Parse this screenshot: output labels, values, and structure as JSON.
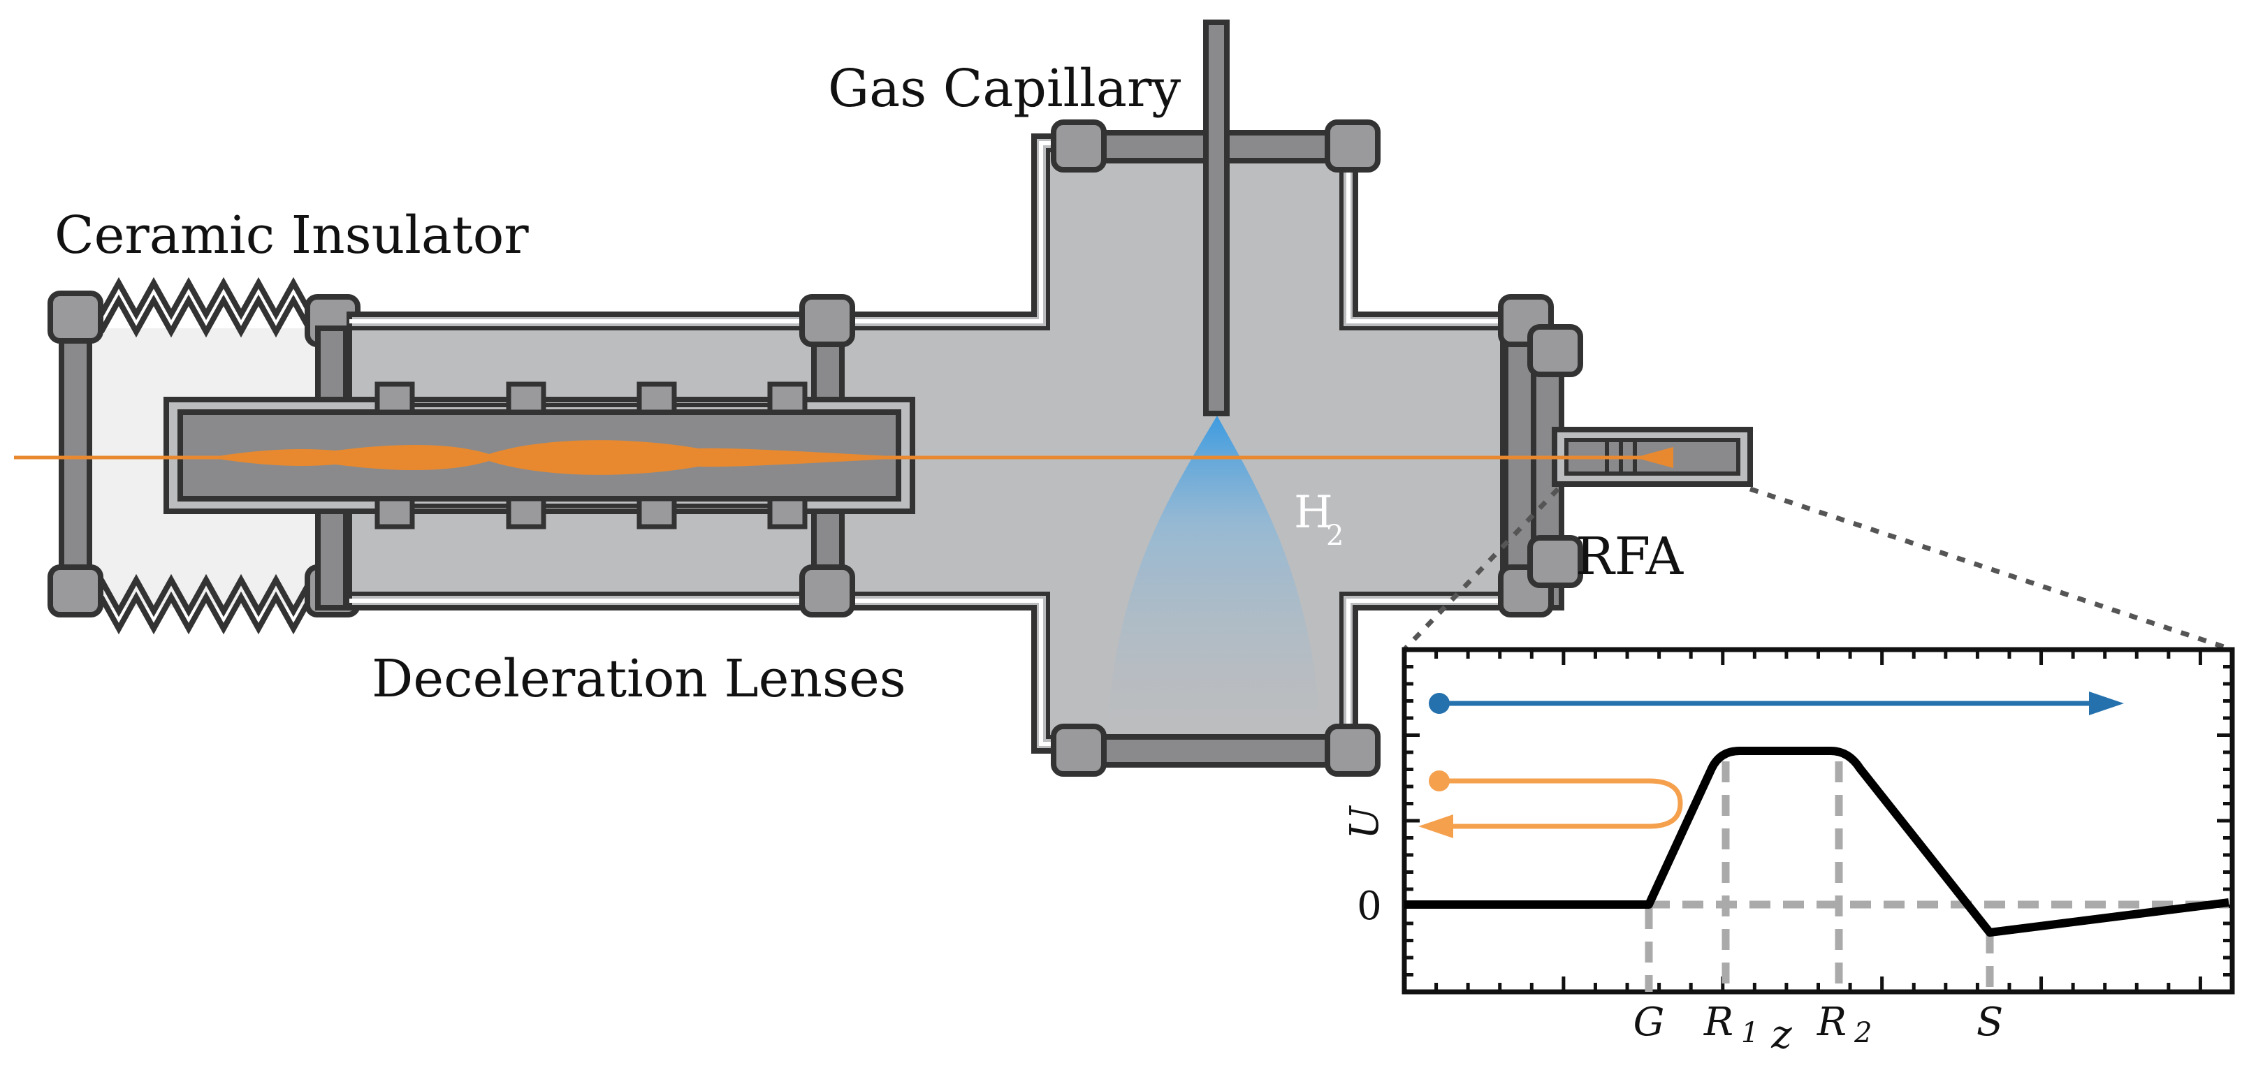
{
  "labels": {
    "gas_capillary": "Gas Capillary",
    "ceramic_insulator": "Ceramic Insulator",
    "deceleration_lenses": "Deceleration Lenses",
    "rfa": "RFA",
    "gas": "H",
    "gas_subscript": "2"
  },
  "inset": {
    "y_axis_label": "U",
    "x_axis_label": "z",
    "y_tick_zero": "0",
    "markers": {
      "g": "G",
      "r1": "R",
      "r1_sub": "1",
      "r2": "R",
      "r2_sub": "2",
      "s": "S"
    }
  },
  "colors": {
    "beam_orange": "#e8892f",
    "transmitted_blue": "#2471ae",
    "reflected_orange": "#f5a04d",
    "gas_blue": "#4aa3e0",
    "chamber_gray": "#bcbdbf",
    "tube_dark": "#8a8a8c",
    "outline": "#333333"
  }
}
